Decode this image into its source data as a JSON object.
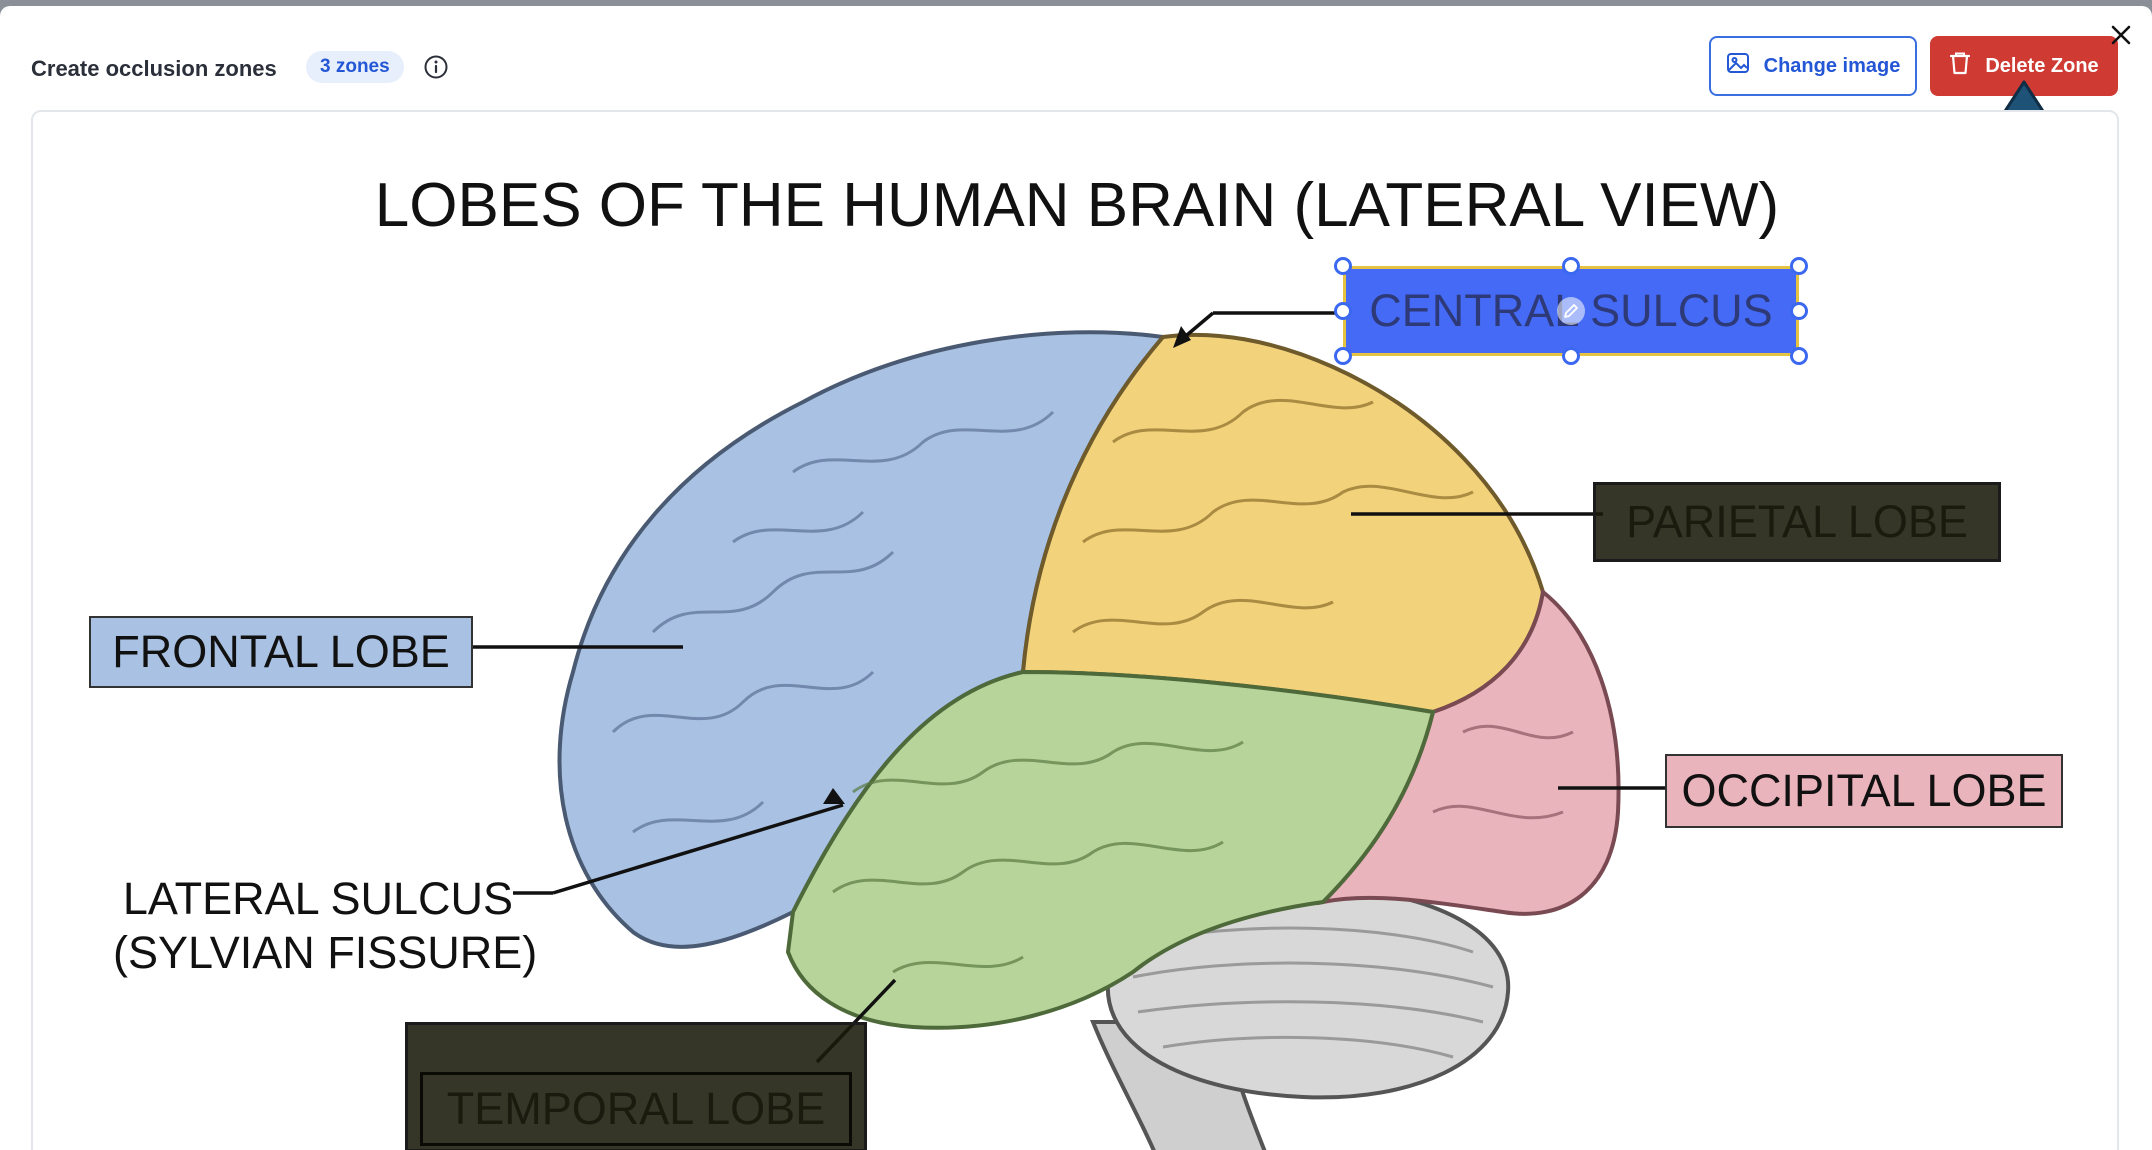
{
  "header": {
    "title": "Create occlusion zones",
    "zone_count_badge": "3 zones",
    "change_image_label": "Change image",
    "delete_zone_label": "Delete Zone"
  },
  "icons": {
    "info": "info-icon",
    "change_image": "image-icon",
    "delete_zone": "trash-icon",
    "close": "close-icon",
    "edit": "pencil-icon"
  },
  "image": {
    "title": "LOBES OF THE HUMAN BRAIN (LATERAL VIEW)",
    "labels": {
      "frontal": "FRONTAL LOBE",
      "occipital": "OCCIPITAL LOBE",
      "lateral_line1": "LATERAL SULCUS",
      "lateral_line2": "(SYLVIAN FISSURE)",
      "central": "CENTRAL SULCUS",
      "parietal": "PARIETAL LOBE",
      "temporal": "TEMPORAL LOBE"
    }
  },
  "colors": {
    "primary": "#2457d6",
    "danger": "#cf3a33",
    "frontal": "#a9c2e3",
    "parietal": "#f3d27c",
    "temporal": "#b7d59a",
    "occipital": "#eab4bc",
    "cerebellum": "#d6d6d6",
    "selected_zone": "#375ff5"
  }
}
